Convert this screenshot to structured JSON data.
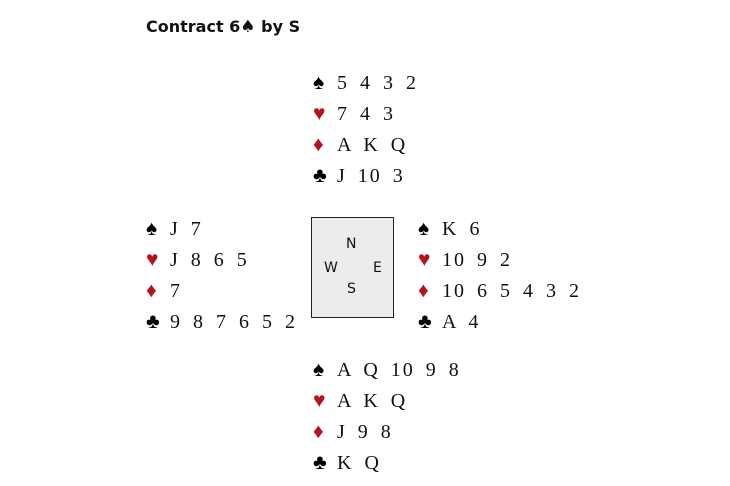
{
  "title": {
    "prefix": "Contract 6",
    "suit": "♠",
    "suffix": " by S"
  },
  "suits": {
    "spades": "♠",
    "hearts": "♥",
    "diamonds": "♦",
    "clubs": "♣"
  },
  "colors": {
    "red": "#b5121b",
    "black": "#000000",
    "compass_bg": "#ececec"
  },
  "compass": {
    "n": "N",
    "w": "W",
    "e": "E",
    "s": "S"
  },
  "hands": {
    "north": {
      "spades": "5 4 3 2",
      "hearts": "7 4 3",
      "diamonds": "A K Q",
      "clubs": "J 10 3"
    },
    "west": {
      "spades": "J 7",
      "hearts": "J 8 6 5",
      "diamonds": "7",
      "clubs": "9 8 7 6 5 2"
    },
    "east": {
      "spades": "K 6",
      "hearts": "10 9 2",
      "diamonds": "10 6 5 4 3 2",
      "clubs": "A 4"
    },
    "south": {
      "spades": "A Q 10 9 8",
      "hearts": "A K Q",
      "diamonds": "J 9 8",
      "clubs": "K Q"
    }
  }
}
